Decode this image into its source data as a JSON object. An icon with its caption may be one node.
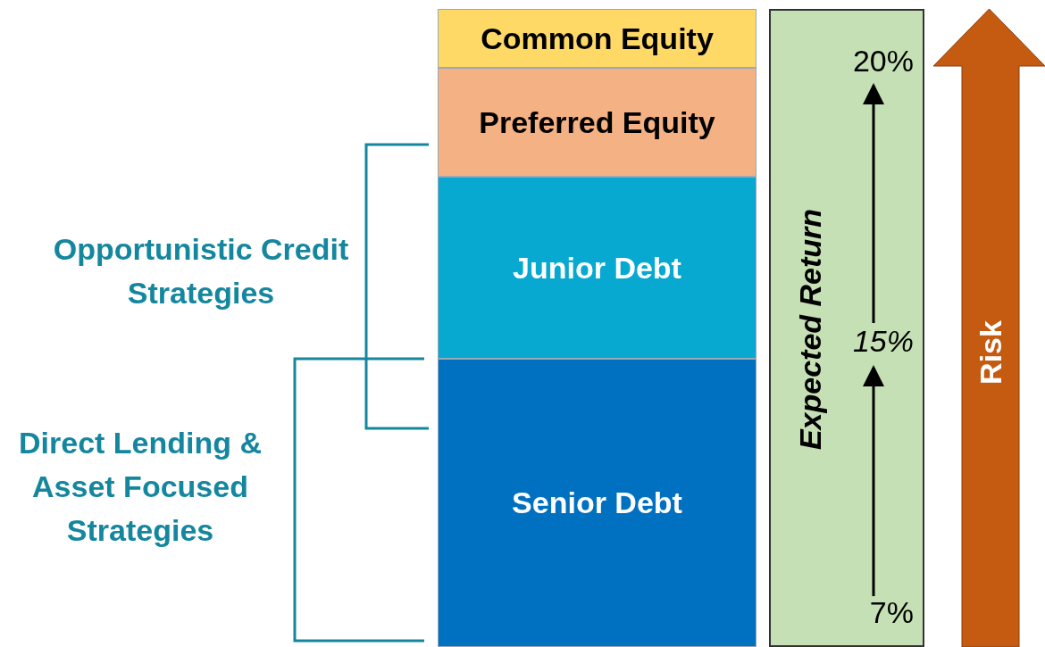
{
  "diagram": {
    "nodes": [
      {
        "text": [
          "Common Equity"
        ]
      },
      {
        "text": [
          "Preferred Equity"
        ]
      },
      {
        "text": [
          "Junior Debt"
        ]
      },
      {
        "text": [
          "Senior Debt"
        ]
      },
      {
        "text": [
          "Expected Return"
        ]
      },
      {
        "text": [
          "20%"
        ],
        "in": 4
      },
      {
        "text": [
          "15%"
        ],
        "in": 4
      },
      {
        "text": [
          "7%"
        ],
        "in": 4
      },
      {
        "text": [
          "Risk"
        ]
      }
    ],
    "edges": [
      {
        "from": 7,
        "to": 6,
        "arrow": "to"
      },
      {
        "from": 6,
        "to": 5,
        "arrow": "to"
      }
    ],
    "labels": [
      "Opportunistic Credit Strategies",
      "Direct Lending & Asset Focused Strategies"
    ]
  }
}
